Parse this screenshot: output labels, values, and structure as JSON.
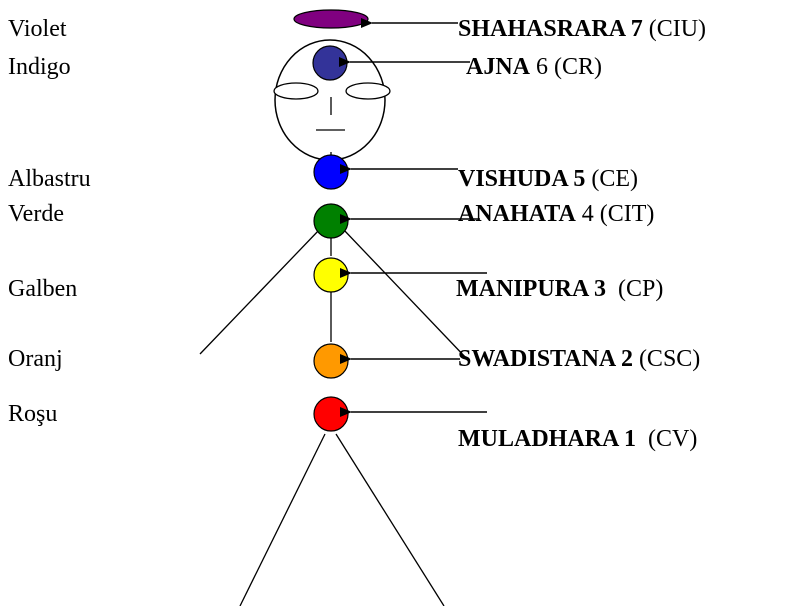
{
  "colors_column": [
    "Violet",
    "Indigo",
    "Albastru",
    "Verde",
    "Galben",
    "Oranj",
    "Roşu"
  ],
  "chakras": [
    {
      "name": "SHAHASRARA 7",
      "number": "",
      "code": "(CIU)",
      "color": "#800080",
      "shape": "ellipse"
    },
    {
      "name": "AJNA",
      "number": "6",
      "code": "(CR)",
      "color": "#333399",
      "shape": "circle"
    },
    {
      "name": "VISHUDA 5",
      "number": "",
      "code": "(CE)",
      "color": "#0000ff",
      "shape": "circle"
    },
    {
      "name": "ANAHATA",
      "number": "4",
      "code": "(CIT)",
      "color": "#008000",
      "shape": "circle"
    },
    {
      "name": "MANIPURA 3",
      "number": "",
      "code": "(CP)",
      "color": "#ffff00",
      "shape": "circle"
    },
    {
      "name": "SWADISTANA 2",
      "number": "",
      "code": "(CSC)",
      "color": "#ff9900",
      "shape": "circle"
    },
    {
      "name": "MULADHARA 1",
      "number": "",
      "code": "(CV)",
      "color": "#ff0000",
      "shape": "circle"
    }
  ],
  "figure": {
    "line_color": "#000000",
    "face_features": [
      "left-eye",
      "right-eye",
      "nose",
      "mouth"
    ]
  }
}
